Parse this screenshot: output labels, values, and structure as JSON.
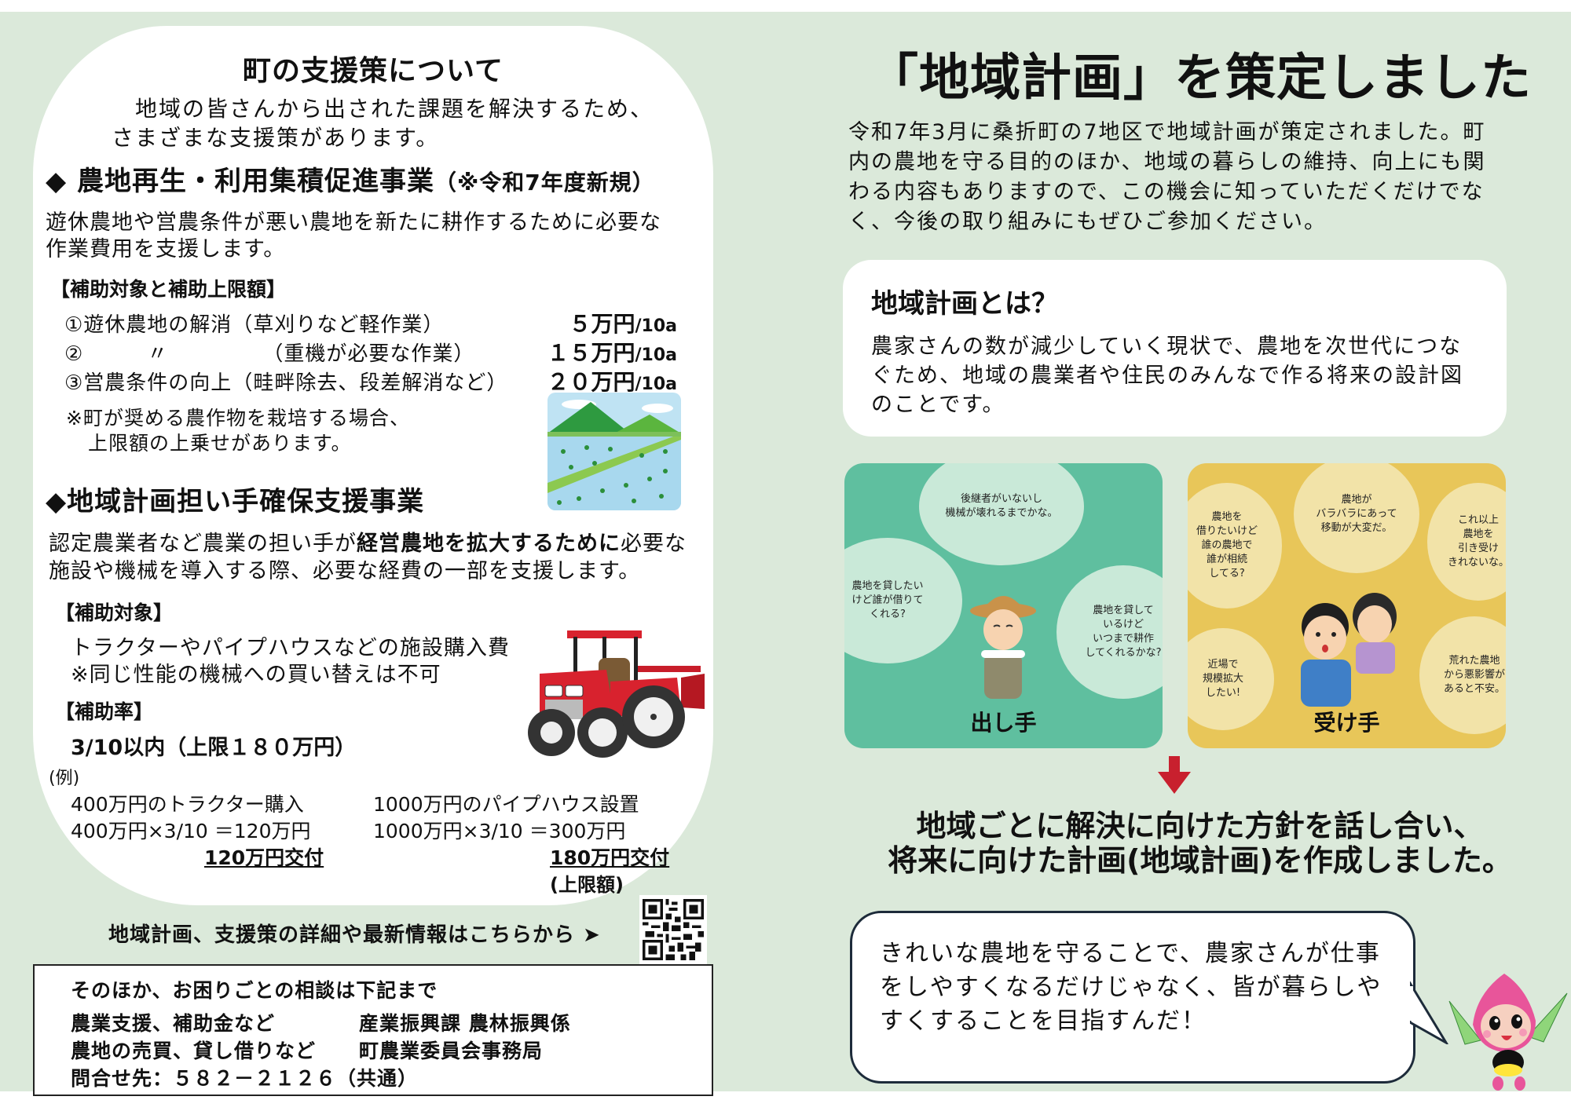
{
  "colors": {
    "page_bg": "#dbe9da",
    "panel_bg": "#ffffff",
    "card_green": "#5fbf9f",
    "card_yellow": "#e8c659",
    "arrow_red": "#c8202e",
    "speech_border": "#1d2b3a"
  },
  "left": {
    "title": "町の支援策について",
    "intro_line1": "地域の皆さんから出された課題を解決するため、",
    "intro_line2": "さまざまな支援策があります。",
    "section1": {
      "heading": "◆ 農地再生・利用集積促進事業",
      "heading_note": "（※令和7年度新規）",
      "desc_line1": "遊休農地や営農条件が悪い農地を新たに耕作するために必要な",
      "desc_line2": "作業費用を支援します。",
      "subheading": "【補助対象と補助上限額】",
      "items": [
        {
          "label": "①遊休農地の解消",
          "detail": "（草刈りなど軽作業）",
          "amount": "５万円",
          "unit": "/10a"
        },
        {
          "label": "②　　　〃",
          "detail": "（重機が必要な作業）",
          "amount": "１５万円",
          "unit": "/10a"
        },
        {
          "label": "③営農条件の向上",
          "detail": "（畦畔除去、段差解消など）",
          "amount": "２０万円",
          "unit": "/10a"
        }
      ],
      "note_line1": "※町が奨める農作物を栽培する場合、",
      "note_line2": "上限額の上乗せがあります。",
      "image_alt": "rice-paddy-illustration"
    },
    "section2": {
      "heading": "◆地域計画担い手確保支援事業",
      "desc_line1_pre": "認定農業者など農業の担い手が",
      "desc_line1_bold": "経営農地を拡大するために",
      "desc_line1_post": "必要な",
      "desc_line2": "施設や機械を導入する際、必要な経費の一部を支援します。",
      "target_heading": "【補助対象】",
      "target_line1": "トラクターやパイプハウスなどの施設購入費",
      "target_line2": "※同じ性能の機械への買い替えは不可",
      "rate_heading": "【補助率】",
      "rate_value": "3/10以内（上限１８０万円）",
      "example_label": "(例)",
      "example_left": {
        "line1": "400万円のトラクター購入",
        "line2": "400万円×3/10 ＝120万円",
        "result": "120万円交付"
      },
      "example_right": {
        "line1": "1000万円のパイプハウス設置",
        "line2": "1000万円×3/10 ＝300万円",
        "result": "180万円交付",
        "result_note": "(上限額)"
      },
      "image_alt": "red-tractor-illustration"
    },
    "qr_link_text": "地域計画、支援策の詳細や最新情報はこちらから ➤",
    "contact": {
      "heading": "そのほか、お困りごとの相談は下記まで",
      "rows": [
        {
          "topic": "農業支援、補助金など",
          "office": "産業振興課 農林振興係"
        },
        {
          "topic": "農地の売買、貸し借りなど",
          "office": "町農業委員会事務局"
        }
      ],
      "phone": "問合せ先：５８２－２１２６（共通）"
    }
  },
  "right": {
    "title": "「地域計画」を策定しました",
    "intro": "令和7年3月に桑折町の7地区で地域計画が策定されました。町内の農地を守る目的のほか、地域の暮らしの維持、向上にも関わる内容もありますので、この機会に知っていただくだけでなく、今後の取り組みにもぜひご参加ください。",
    "definition": {
      "title": "地域計画とは？",
      "body": "農家さんの数が減少していく現状で、農地を次世代につなぐため、地域の農業者や住民のみんなで作る将来の設計図のことです。"
    },
    "giver_card": {
      "label": "出し手",
      "bubbles": [
        "後継者がいないし\n機械が壊れるまでかな。",
        "農地を貸したい\nけど誰が借りて\nくれる?",
        "農地を貸して\nいるけど\nいつまで耕作\nしてくれるかな?"
      ]
    },
    "receiver_card": {
      "label": "受け手",
      "bubbles": [
        "農地が\nバラバラにあって\n移動が大変だ。",
        "農地を\n借りたいけど\n誰の農地で\n誰が相続\nしてる?",
        "これ以上\n農地を\n引き受け\nきれないな。",
        "近場で\n規模拡大\nしたい!",
        "荒れた農地\nから悪影響が\nあると不安。"
      ]
    },
    "conclusion_line1": "地域ごとに解決に向けた方針を話し合い、",
    "conclusion_line2": "将来に向けた計画(地域計画)を作成しました。",
    "speech": "きれいな農地を守ることで、農家さんが仕事をしやすくなるだけじゃなく、皆が暮らしやすくすることを目指すんだ！"
  }
}
